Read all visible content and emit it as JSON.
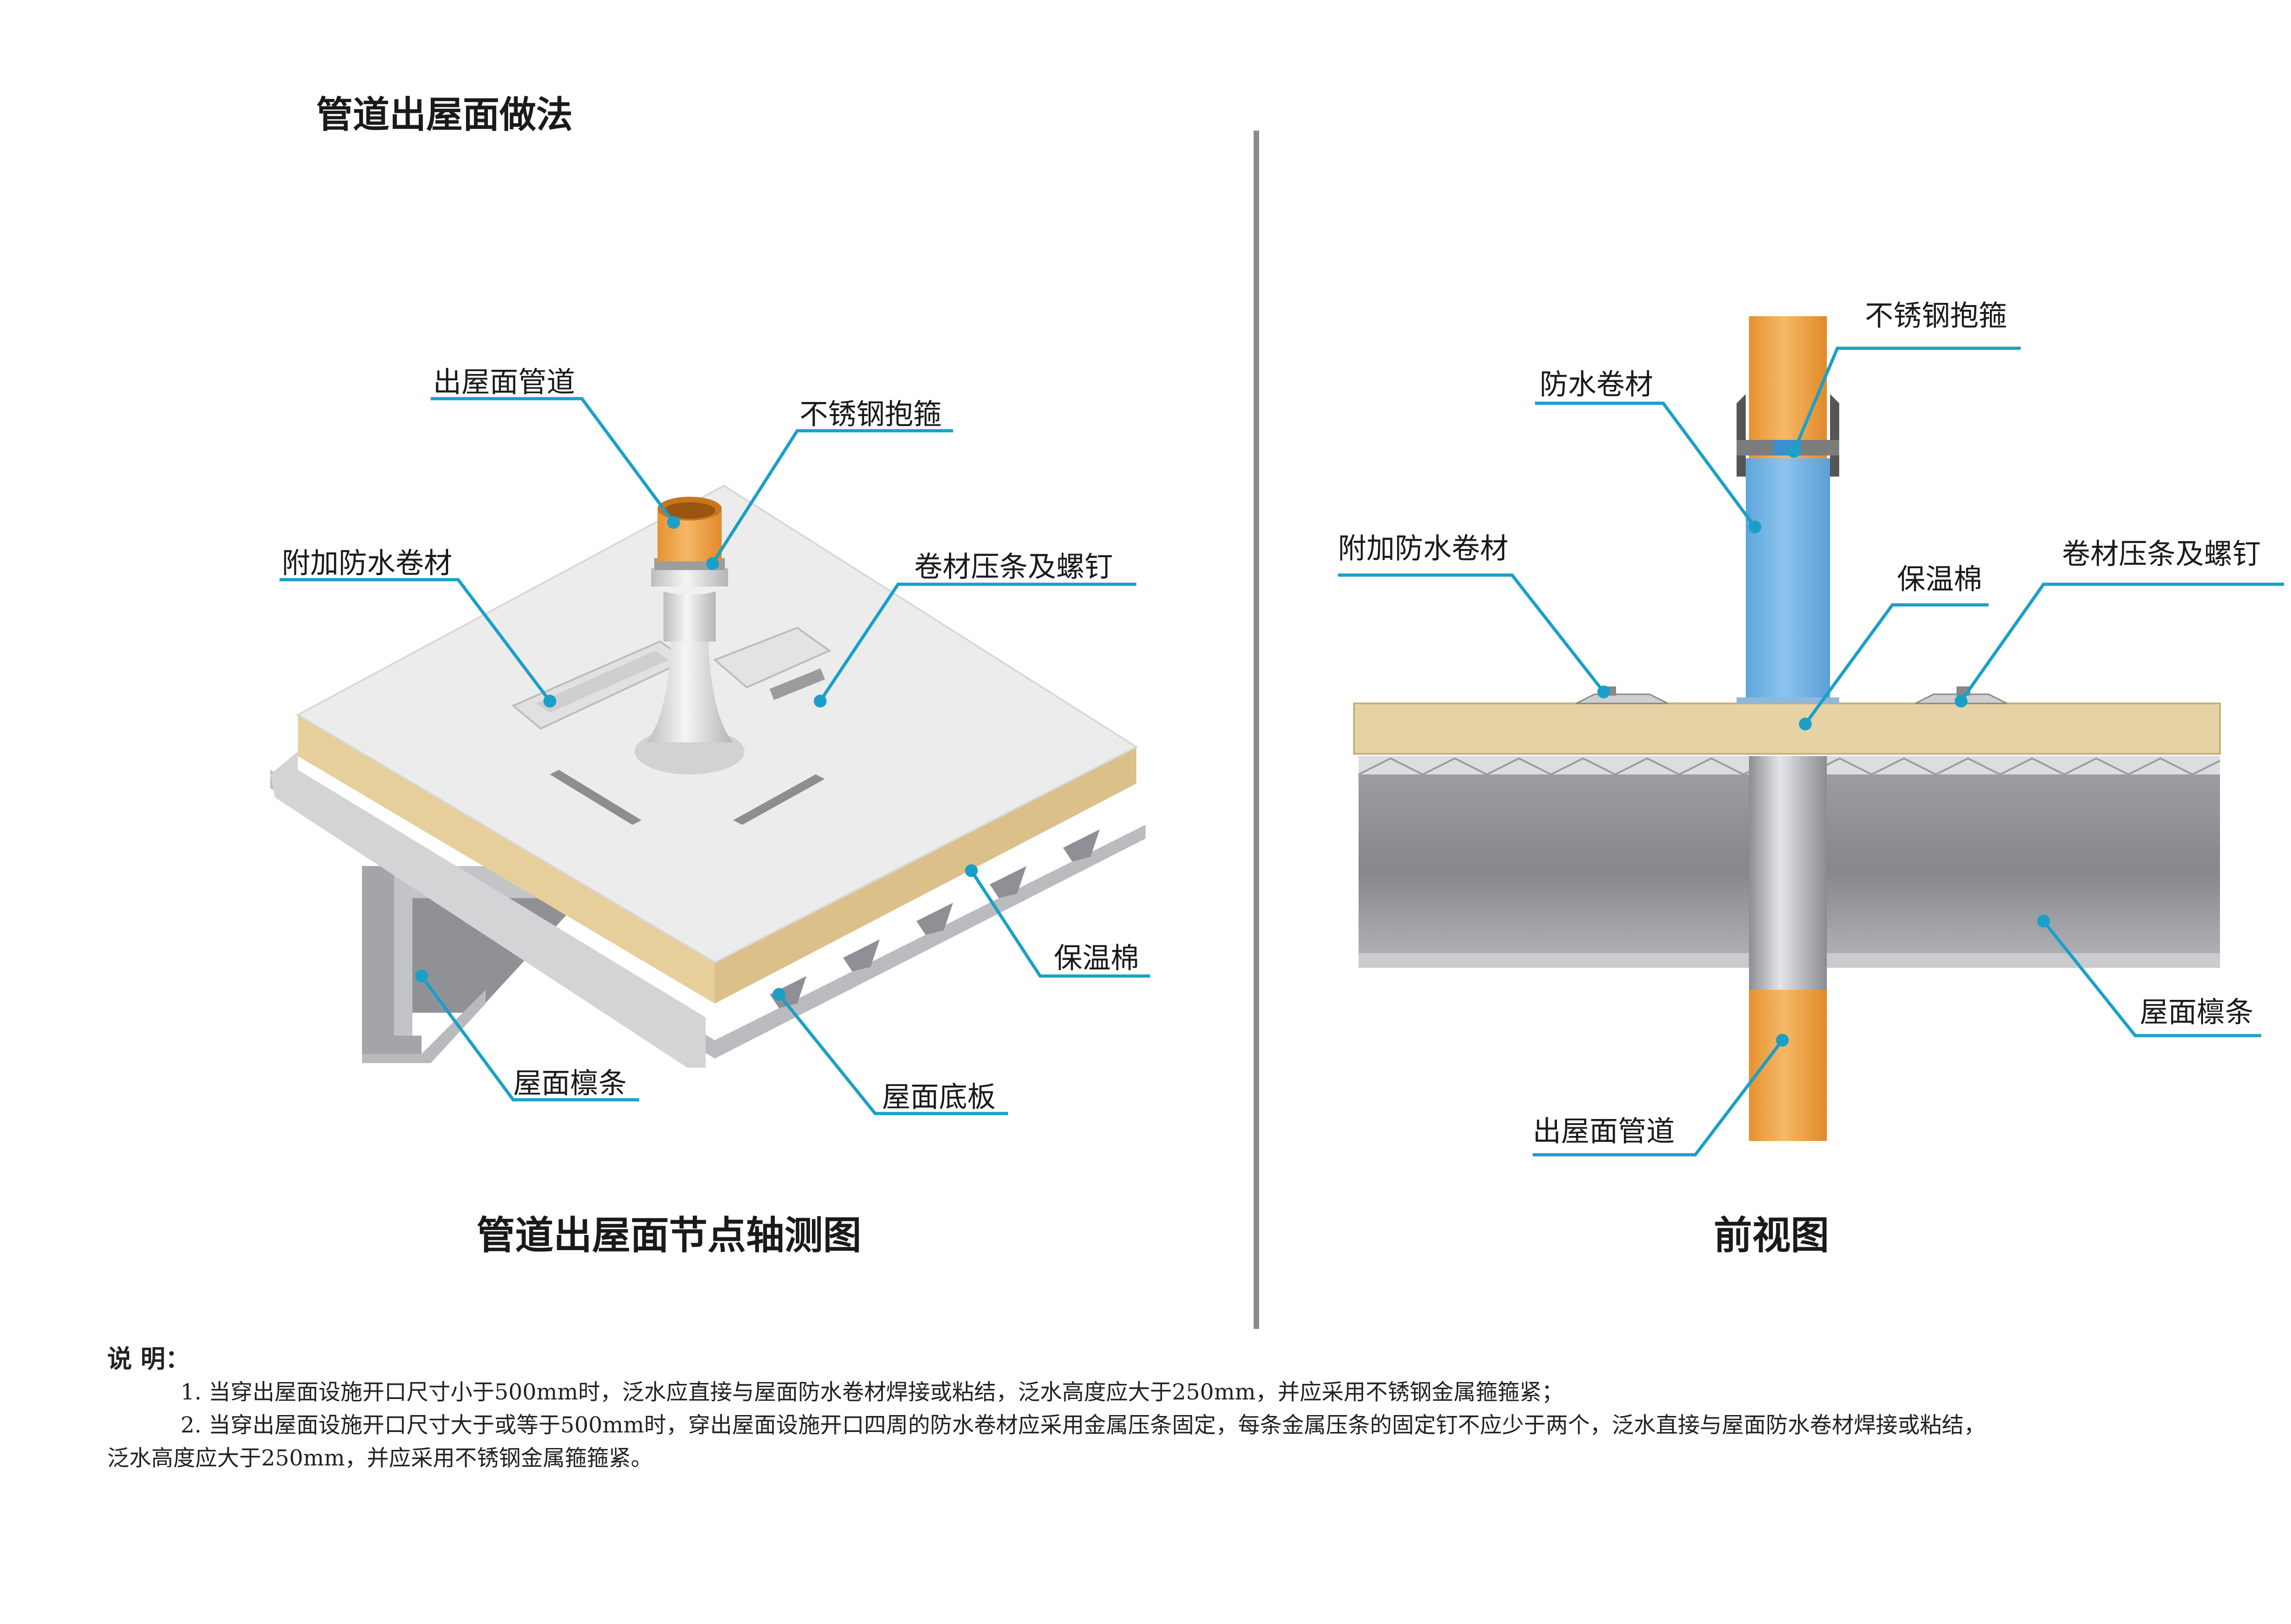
{
  "title": "管道出屋面做法",
  "left_diagram": {
    "caption": "管道出屋面节点轴测图",
    "labels": {
      "pipe": "出屋面管道",
      "clamp": "不锈钢抱箍",
      "extra_membrane": "附加防水卷材",
      "strip_screw": "卷材压条及螺钉",
      "insulation": "保温棉",
      "purlin": "屋面檩条",
      "deck": "屋面底板"
    }
  },
  "right_diagram": {
    "caption": "前视图",
    "labels": {
      "clamp": "不锈钢抱箍",
      "membrane": "防水卷材",
      "extra_membrane": "附加防水卷材",
      "strip_screw": "卷材压条及螺钉",
      "insulation": "保温棉",
      "purlin": "屋面檩条",
      "pipe": "出屋面管道"
    }
  },
  "notes": {
    "heading": "说  明：",
    "item1": "1. 当穿出屋面设施开口尺寸小于500mm时，泛水应直接与屋面防水卷材焊接或粘结，泛水高度应大于250mm，并应采用不锈钢金属箍箍紧；",
    "item2": "2. 当穿出屋面设施开口尺寸大于或等于500mm时，穿出屋面设施开口四周的防水卷材应采用金属压条固定，每条金属压条的固定钉不应少于两个，泛水直接与屋面防水卷材焊接或粘结，",
    "item2_cont": "泛水高度应大于250mm，并应采用不锈钢金属箍箍紧。"
  },
  "colors": {
    "leader": "#1aa0c8",
    "pipe_orange": "#f2a84a",
    "membrane_blue": "#74b4e4",
    "insulation": "#e6d3a5",
    "steel_gray": "#8f9196",
    "roof_white": "#ececec"
  }
}
